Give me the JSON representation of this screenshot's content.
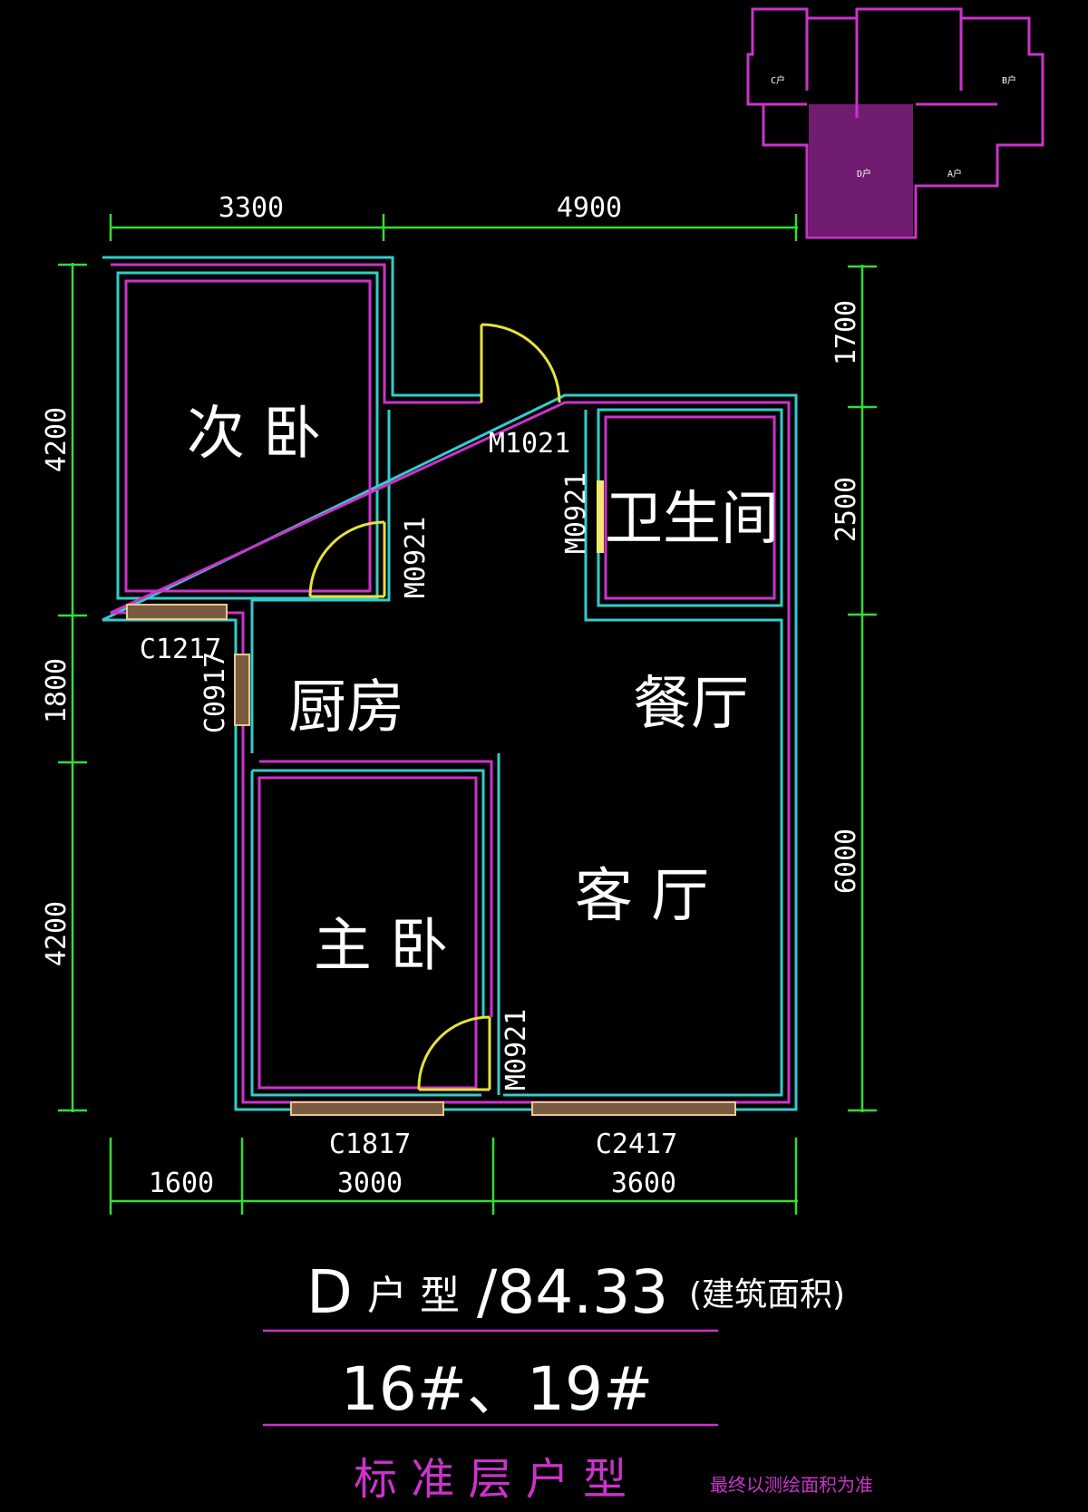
{
  "dimensions": {
    "top": [
      "3300",
      "4900"
    ],
    "left": [
      "4200",
      "1800",
      "4200"
    ],
    "right": [
      "1700",
      "2500",
      "6000"
    ],
    "bottom": [
      "1600",
      "3000",
      "3600"
    ]
  },
  "rooms": {
    "second_bedroom": "次 卧",
    "bathroom": "卫生间",
    "kitchen": "厨房",
    "dining": "餐厅",
    "living": "客 厅",
    "master_bedroom": "主 卧"
  },
  "openings": {
    "entry_door": "M1021",
    "bath_door": "M0921",
    "second_bed_door": "M0921",
    "master_door": "M0921",
    "window_second_bed": "C1217",
    "window_kitchen": "C0917",
    "window_master": "C1817",
    "window_living": "C2417"
  },
  "key_plan": {
    "labels": [
      "C户",
      "B户",
      "D户",
      "A户"
    ],
    "highlighted": "D户"
  },
  "title": {
    "unit_type": "D",
    "unit_word": "户 型",
    "area": "/84.33",
    "area_note": "(建筑面积)",
    "buildings": "16#、19#"
  },
  "footer": {
    "main": "标 准 层 户 型",
    "note": "最终以测绘面积为准"
  },
  "colors": {
    "background": "#000000",
    "wall_outer": "#33cccc",
    "wall_inner": "#cc33cc",
    "dimension": "#33dd33",
    "door": "#e8e23a",
    "accent": "#cc33cc"
  }
}
